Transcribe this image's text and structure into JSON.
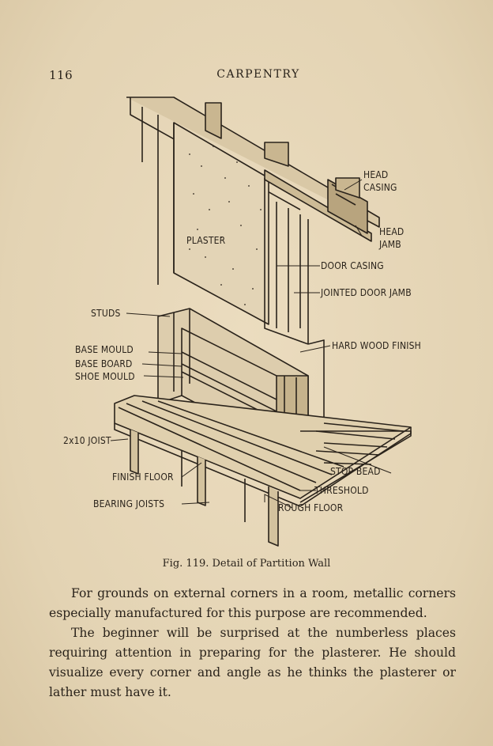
{
  "header": {
    "page_number": "116",
    "running_head": "CARPENTRY"
  },
  "figure": {
    "labels": {
      "head_casing_1": "HEAD",
      "head_casing_2": "CASING",
      "head_jamb_1": "HEAD",
      "head_jamb_2": "JAMB",
      "plaster": "PLASTER",
      "door_casing": "DOOR CASING",
      "jointed_door_jamb": "JOINTED DOOR JAMB",
      "studs": "STUDS",
      "hard_wood_finish": "HARD WOOD FINISH",
      "base_mould": "BASE MOULD",
      "base_board": "BASE BOARD",
      "shoe_mould": "SHOE MOULD",
      "joist_2x10": "2x10 JOIST",
      "stop_bead": "STOP BEAD",
      "finish_floor": "FINISH FLOOR",
      "threshold": "THRESHOLD",
      "bearing_joists": "BEARING JOISTS",
      "rough_floor": "ROUGH FLOOR"
    },
    "caption": "Fig. 119.   Detail of Partition Wall"
  },
  "body": {
    "paragraphs": [
      "For grounds on external corners in a room, metallic corners especially manufactured for this purpose are recommended.",
      "The beginner will be surprised at the numberless places requiring attention in preparing for the plasterer. He should visualize every corner and angle as he thinks the plasterer or lather must have it."
    ]
  }
}
